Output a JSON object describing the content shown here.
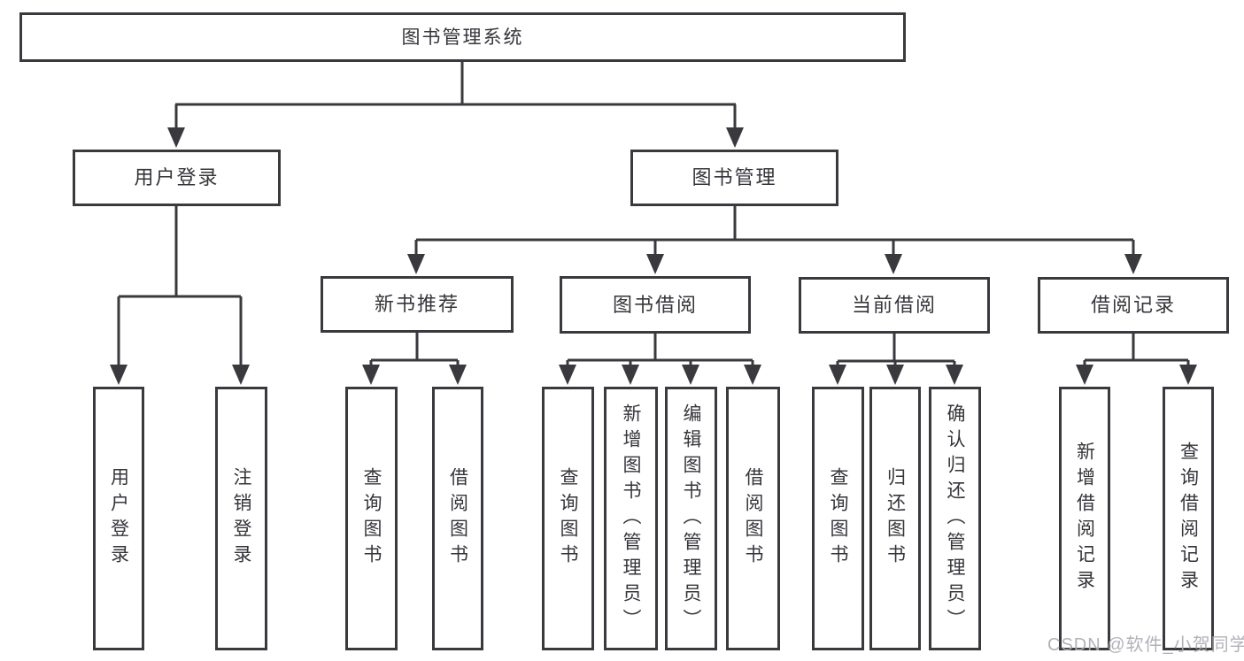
{
  "colors": {
    "line": "#3a3a3e",
    "box_border": "#3a3a3e",
    "box_background": "#ffffff",
    "text": "#35353b",
    "watermark": "#aaaab2"
  },
  "diagram": {
    "root": {
      "label": "图书管理系统"
    },
    "branches": [
      {
        "label": "用户登录",
        "leaves": [
          {
            "label": "用户登录"
          },
          {
            "label": "注销登录"
          }
        ]
      },
      {
        "label": "图书管理",
        "sections": [
          {
            "label": "新书推荐",
            "leaves": [
              {
                "label": "查询图书"
              },
              {
                "label": "借阅图书"
              }
            ]
          },
          {
            "label": "图书借阅",
            "leaves": [
              {
                "label": "查询图书"
              },
              {
                "label": "新增图书（管理员）"
              },
              {
                "label": "编辑图书（管理员）"
              },
              {
                "label": "借阅图书"
              }
            ]
          },
          {
            "label": "当前借阅",
            "leaves": [
              {
                "label": "查询图书"
              },
              {
                "label": "归还图书"
              },
              {
                "label": "确认归还（管理员）"
              }
            ]
          },
          {
            "label": "借阅记录",
            "leaves": [
              {
                "label": "新增借阅记录"
              },
              {
                "label": "查询借阅记录"
              }
            ]
          }
        ]
      }
    ]
  },
  "watermark": {
    "text": "CSDN @软件_小贺同学"
  }
}
